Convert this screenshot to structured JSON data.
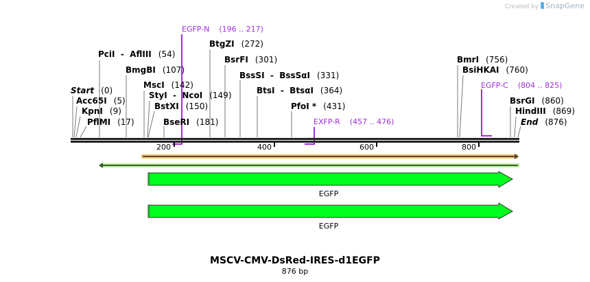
{
  "credit": {
    "prefix": "Created by",
    "brand": "SnapGene"
  },
  "map": {
    "title": "MSCV-CMV-DsRed-IRES-d1EGFP",
    "length_label": "876 bp",
    "total_bp": 876,
    "ticks": [
      {
        "label": "200",
        "value": 200
      },
      {
        "label": "400",
        "value": 400
      },
      {
        "label": "600",
        "value": 600
      },
      {
        "label": "800",
        "value": 800
      }
    ]
  },
  "sites": [
    {
      "name": "Start",
      "pos": "(0)",
      "italic": true
    },
    {
      "name": "Acc65I",
      "pos": "(5)"
    },
    {
      "name": "KpnI",
      "pos": "(9)"
    },
    {
      "name": "PflMI",
      "pos": "(17)"
    },
    {
      "name": "PciI  -  AflIII",
      "pos": "(54)"
    },
    {
      "name": "BmgBI",
      "pos": "(107)"
    },
    {
      "name": "MscI",
      "pos": "(142)"
    },
    {
      "name": "StyI  -  NcoI",
      "pos": "(149)"
    },
    {
      "name": "BstXI",
      "pos": "(150)"
    },
    {
      "name": "BseRI",
      "pos": "(181)"
    },
    {
      "name": "BtgZI",
      "pos": "(272)"
    },
    {
      "name": "BsrFI",
      "pos": "(301)"
    },
    {
      "name": "BssSI  -  BssSαI",
      "pos": "(331)"
    },
    {
      "name": "BtsI  -  BtsαI",
      "pos": "(364)"
    },
    {
      "name": "PfoI *",
      "pos": "(431)"
    },
    {
      "name": "BmrI",
      "pos": "(756)"
    },
    {
      "name": "BsiHKAI",
      "pos": "(760)"
    },
    {
      "name": "BsrGI",
      "pos": "(860)"
    },
    {
      "name": "HindIII",
      "pos": "(869)"
    },
    {
      "name": "End",
      "pos": "(876)",
      "italic": true
    }
  ],
  "primers": [
    {
      "name": "EGFP-N",
      "range": "(196 .. 217)"
    },
    {
      "name": "EXFP-R",
      "range": "(457 .. 476)"
    },
    {
      "name": "EGFP-C",
      "range": "(804 .. 825)"
    }
  ],
  "features": [
    {
      "name": "EGFP",
      "color": "#00ff1e"
    },
    {
      "name": "EGFP",
      "color": "#00ff1e"
    }
  ],
  "colors": {
    "primer": "#9b30d9",
    "orange_track": "#f5c47a",
    "green_track": "#b8f09a",
    "feature_fill": "#00ff1e"
  }
}
